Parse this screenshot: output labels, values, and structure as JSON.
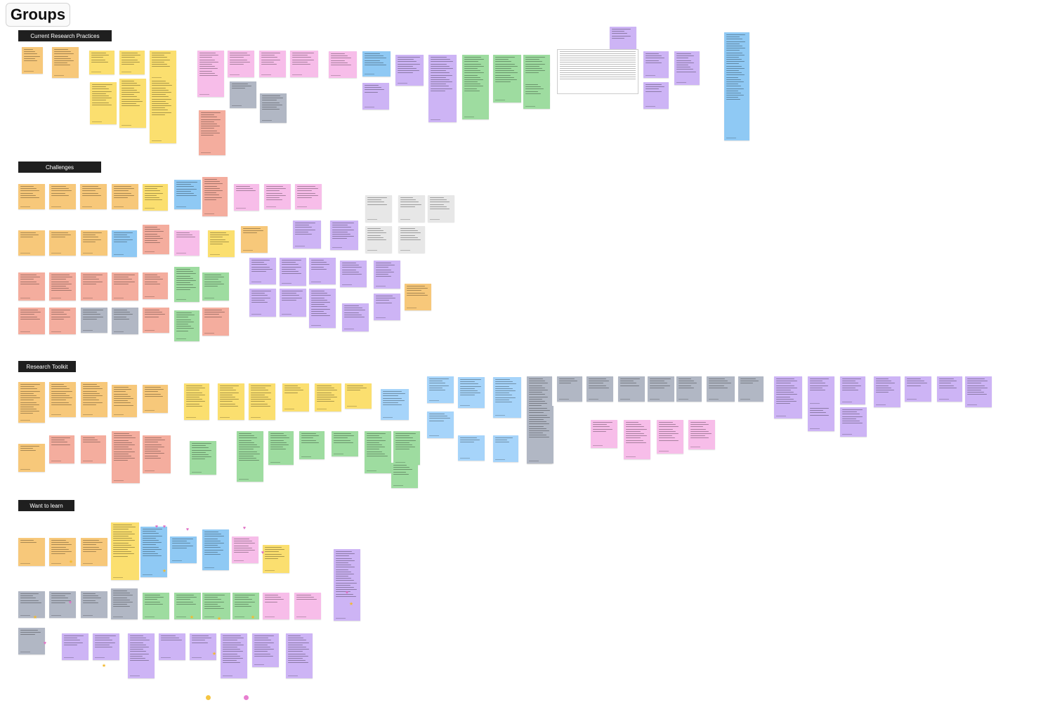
{
  "board": {
    "title": "Groups"
  },
  "sections": {
    "current_research_practices": "Current Research Practices",
    "challenges": "Challenges",
    "research_toolkit": "Research Toolkit",
    "want_to_learn": "Want to learn"
  },
  "colors": {
    "orange": "#f7c87a",
    "yellow": "#fbdf6f",
    "pink": "#f7bde9",
    "blue": "#8fc9f4",
    "gray": "#b1b7c4",
    "lavender": "#cdb4f5",
    "green": "#9edca0",
    "salmon": "#f4ad9e",
    "lightgray": "#e7e7e7",
    "light_blue": "#a6d4fa",
    "section_bg": "#1f1f1f"
  },
  "stickers": [
    "star-sticker",
    "heart-sticker"
  ],
  "legend": [
    {
      "icon": "star-sticker"
    },
    {
      "icon": "heart-sticker"
    }
  ]
}
